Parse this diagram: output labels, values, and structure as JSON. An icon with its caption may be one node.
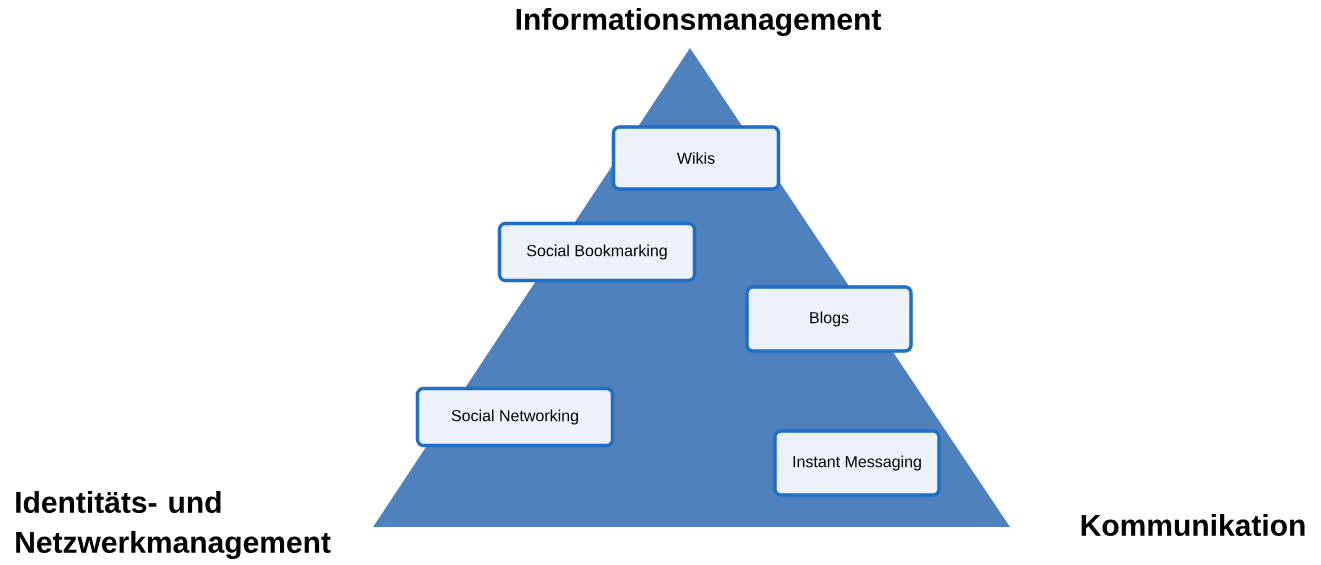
{
  "diagram": {
    "nodes": [
      {
        "text": [
          "Wikis"
        ]
      },
      {
        "text": [
          "Social Bookmarking"
        ]
      },
      {
        "text": [
          "Blogs"
        ]
      },
      {
        "text": [
          "Social Networking"
        ]
      },
      {
        "text": [
          "Instant Messaging"
        ]
      }
    ],
    "labels": [
      "Informationsmanagement",
      "Identitäts- und Netzwerkmanagement",
      "Kommunikation"
    ]
  }
}
